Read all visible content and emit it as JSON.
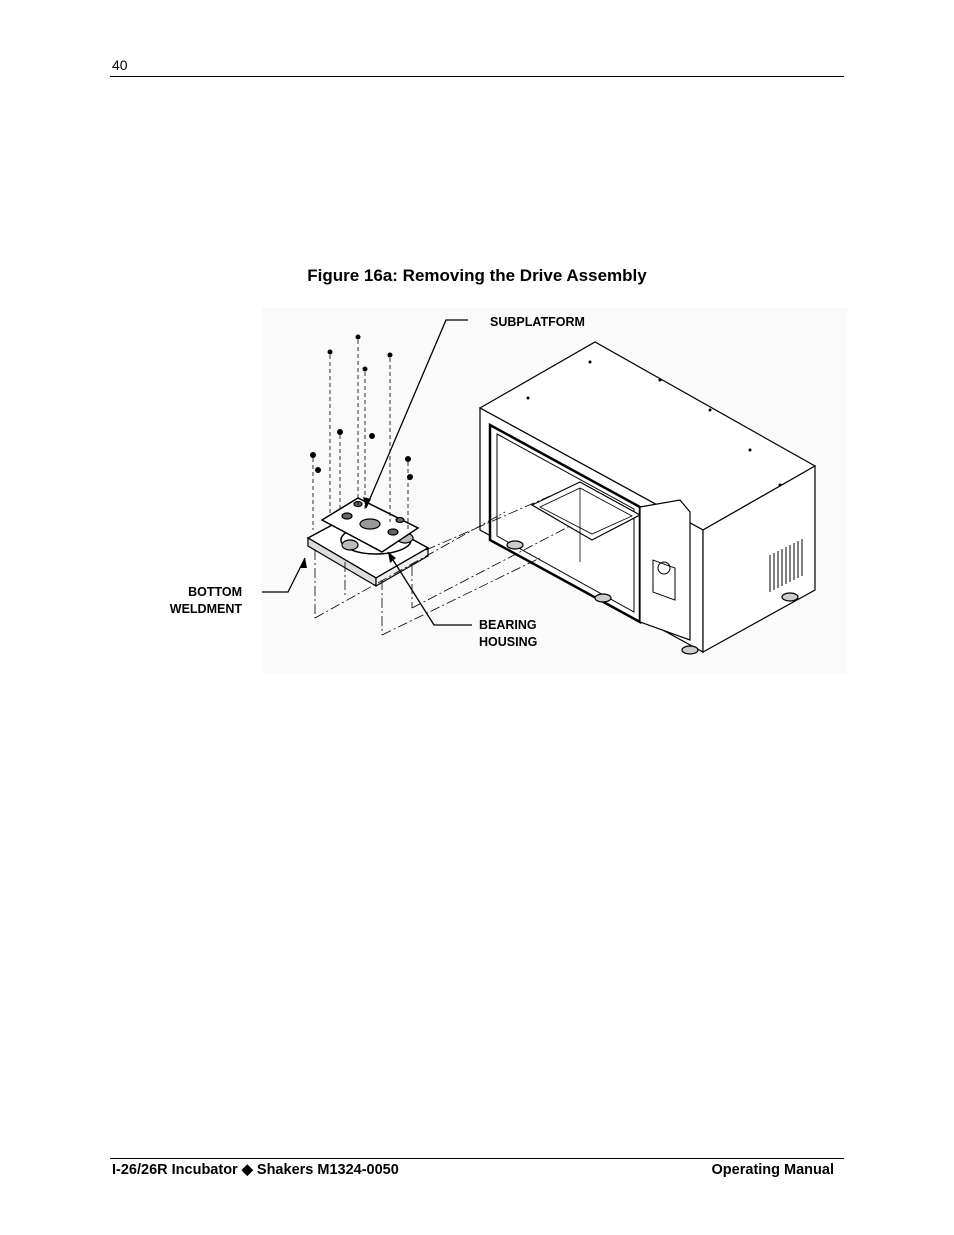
{
  "header": {
    "page_number": "40"
  },
  "figure": {
    "caption": "Figure 16a:  Removing the Drive Assembly",
    "labels": {
      "subplatform": "SUBPLATFORM",
      "bottom_weldment_1": "BOTTOM",
      "bottom_weldment_2": "WELDMENT",
      "bearing_housing_1": "BEARING",
      "bearing_housing_2": "HOUSING"
    }
  },
  "footer": {
    "left": "I-26/26R Incubator ◆ Shakers M1324-0050",
    "right": "Operating Manual"
  }
}
